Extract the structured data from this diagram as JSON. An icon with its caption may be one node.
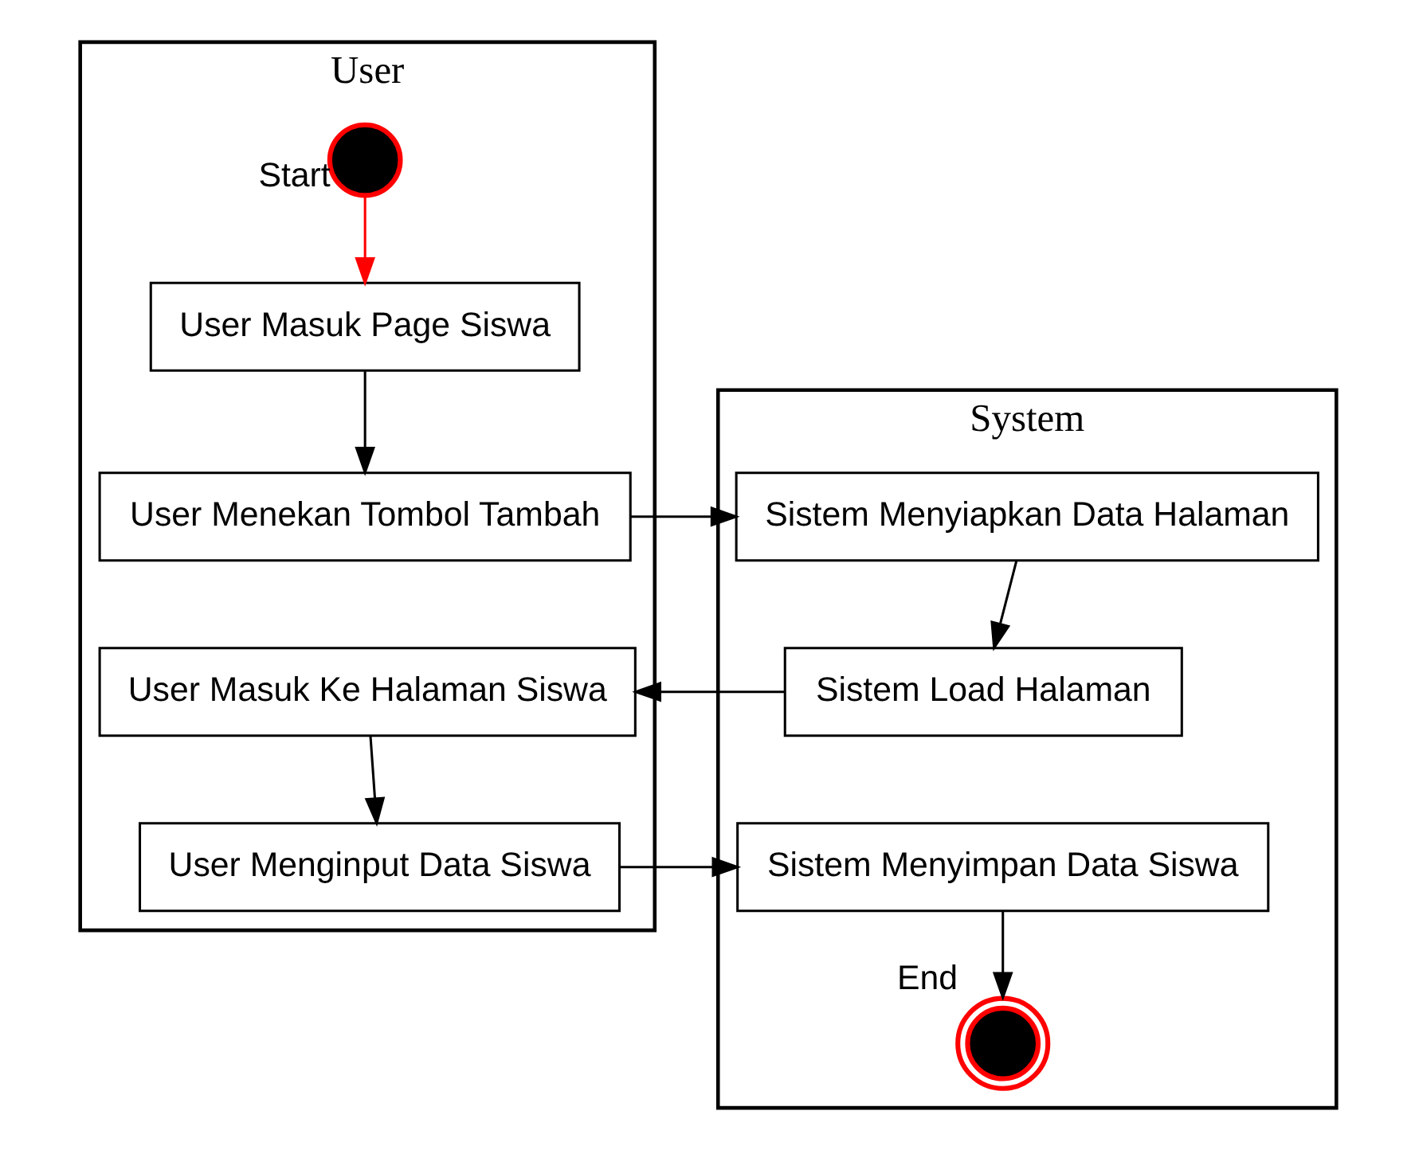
{
  "diagram": {
    "nodes": [
      {
        "text": [
          "User"
        ]
      },
      {
        "text": [
          "System"
        ]
      },
      {
        "text": [],
        "shape": "circle",
        "beside": [
          "Start"
        ],
        "in": 0
      },
      {
        "text": [
          "User Masuk Page Siswa"
        ],
        "in": 0
      },
      {
        "text": [
          "User Menekan Tombol Tambah"
        ],
        "in": 0
      },
      {
        "text": [
          "Sistem Menyiapkan Data Halaman"
        ],
        "in": 1
      },
      {
        "text": [
          "Sistem Load Halaman"
        ],
        "in": 1
      },
      {
        "text": [
          "User Masuk Ke Halaman Siswa"
        ],
        "in": 0
      },
      {
        "text": [
          "User Menginput Data Siswa"
        ],
        "in": 0
      },
      {
        "text": [
          "Sistem Menyimpan Data Siswa"
        ],
        "in": 1
      },
      {
        "text": [],
        "shape": "bullseye",
        "beside": [
          "End"
        ],
        "in": 1
      }
    ],
    "edges": [
      {
        "from": 2,
        "to": 3,
        "arrow": "to",
        "color": "#ff0000"
      },
      {
        "from": 3,
        "to": 4,
        "arrow": "to"
      },
      {
        "from": 4,
        "to": 5,
        "arrow": "to"
      },
      {
        "from": 5,
        "to": 6,
        "arrow": "to"
      },
      {
        "from": 6,
        "to": 7,
        "arrow": "to"
      },
      {
        "from": 7,
        "to": 8,
        "arrow": "to"
      },
      {
        "from": 8,
        "to": 9,
        "arrow": "to"
      },
      {
        "from": 9,
        "to": 10,
        "arrow": "to"
      }
    ]
  }
}
